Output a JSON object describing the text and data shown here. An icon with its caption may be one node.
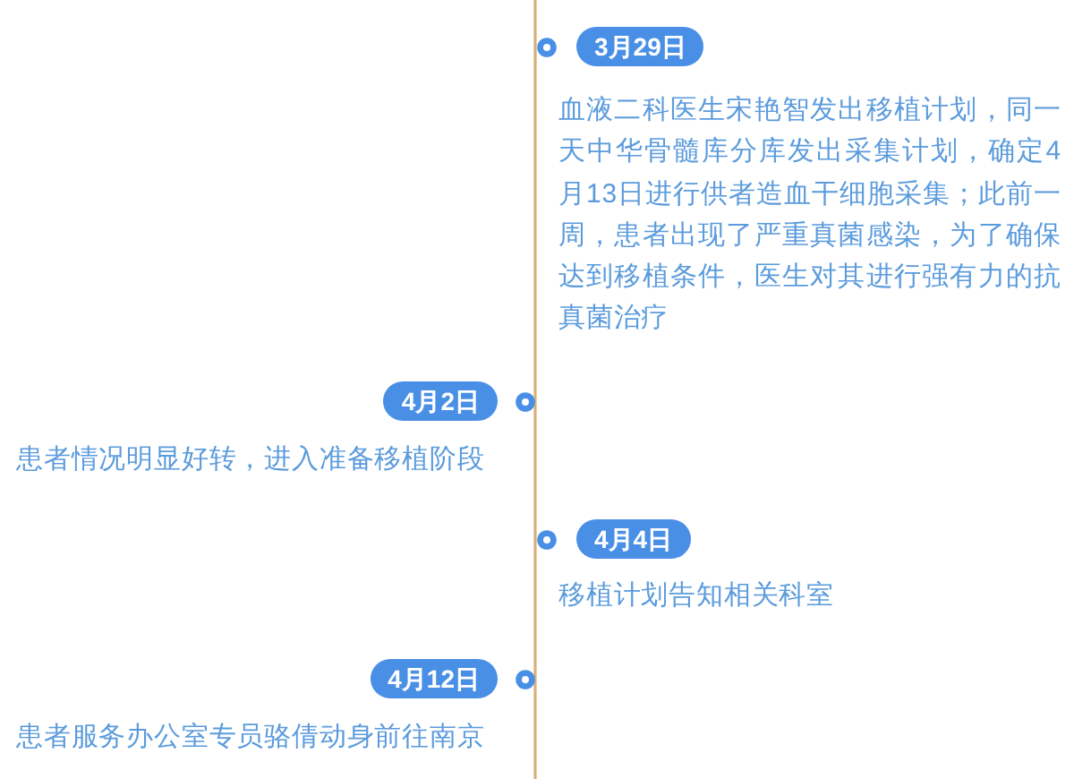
{
  "diagram": {
    "nodes": [
      {
        "text": [
          "3月29日"
        ],
        "beside": [
          "血液二科医生宋艳智发出移植计划，同一天中华骨髓库分库发出采集计划，确定4月13日进行供者造血干细胞采集；此前一周，患者出现了严重真菌感染，为了确保达到移植条件，医生对其进行强有力的抗真菌治疗"
        ]
      },
      {
        "text": [
          "4月2日"
        ],
        "beside": [
          "患者情况明显好转，进入准备移植阶段"
        ]
      },
      {
        "text": [
          "4月4日"
        ],
        "beside": [
          "移植计划告知相关科室"
        ]
      },
      {
        "text": [
          "4月12日"
        ],
        "beside": [
          "患者服务办公室专员骆倩动身前往南京"
        ]
      }
    ]
  }
}
